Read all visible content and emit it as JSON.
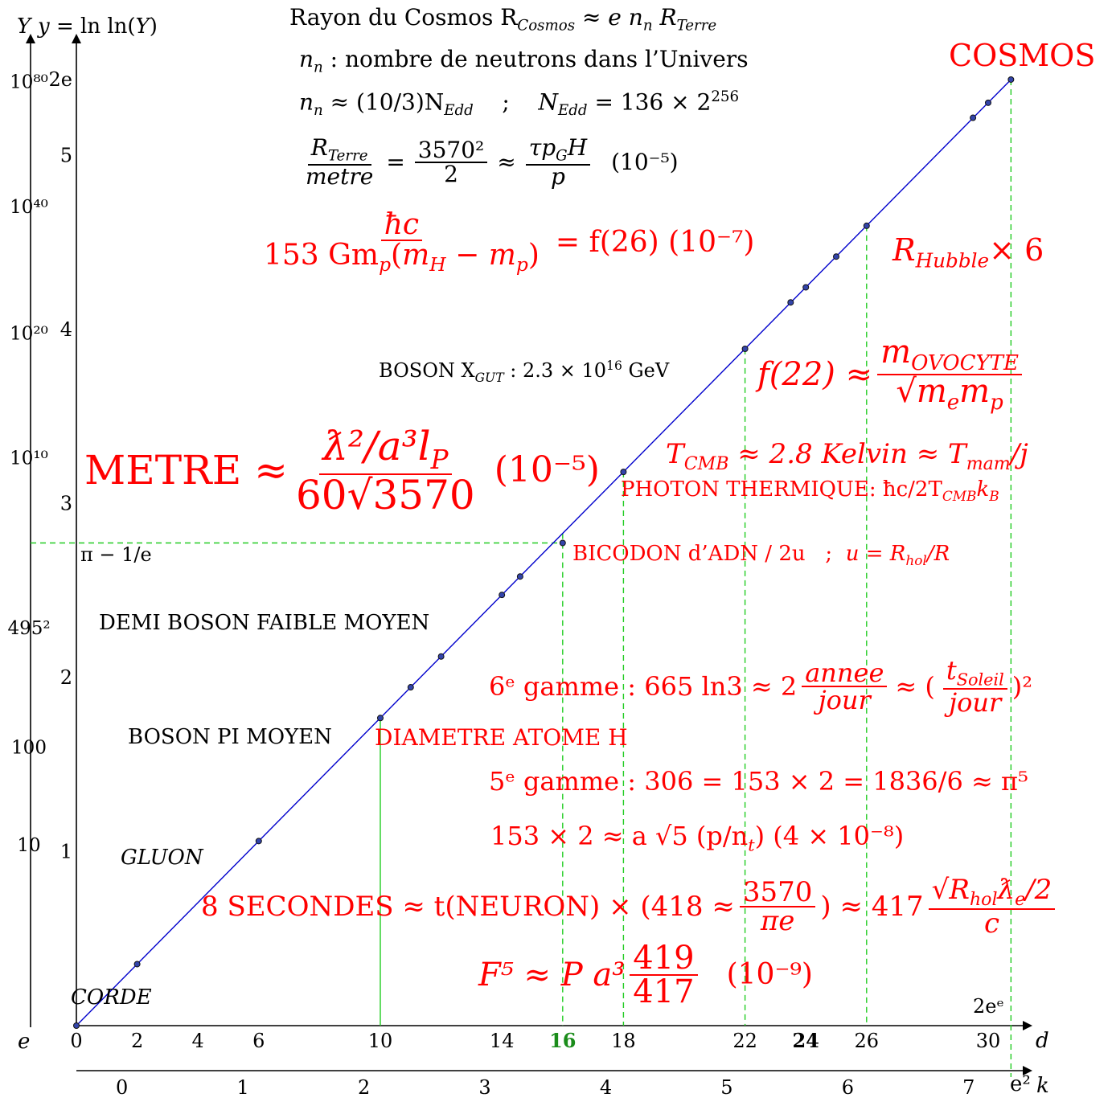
{
  "colors": {
    "line": "#0000cc",
    "guide": "#22cc22",
    "red": "#ff0000",
    "axis": "#000000",
    "point": "#1a1a8a"
  },
  "left_axis": {
    "title_Y": "Y",
    "title_y": "y = ln ln(Y)",
    "origin_label": "e",
    "outer_ticks": [
      {
        "label": "10",
        "pos": 1.0
      },
      {
        "label": "100",
        "pos": 1.54
      },
      {
        "label": "495²",
        "pos": 2.2
      },
      {
        "label": "10¹⁰",
        "pos": 3.14
      },
      {
        "label": "10²⁰",
        "pos": 3.83
      },
      {
        "label": "10⁴⁰",
        "pos": 4.53
      },
      {
        "label": "10⁸⁰",
        "pos": 5.22
      }
    ],
    "inner_ticks": [
      {
        "label": "1",
        "pos": 1
      },
      {
        "label": "2",
        "pos": 2
      },
      {
        "label": "3",
        "pos": 3
      },
      {
        "label": "4",
        "pos": 4
      },
      {
        "label": "5",
        "pos": 5
      },
      {
        "label": "2e",
        "pos": 5.4366
      }
    ],
    "pi_label": "π − 1/e"
  },
  "d_axis": {
    "label": "d",
    "end_label": "2eᵉ",
    "ticks": [
      {
        "label": "0",
        "value": 0,
        "style": "normal"
      },
      {
        "label": "2",
        "value": 2,
        "style": "normal"
      },
      {
        "label": "4",
        "value": 4,
        "style": "normal"
      },
      {
        "label": "6",
        "value": 6,
        "style": "normal"
      },
      {
        "label": "10",
        "value": 10,
        "style": "normal"
      },
      {
        "label": "14",
        "value": 14,
        "style": "normal"
      },
      {
        "label": "16",
        "value": 16,
        "style": "green"
      },
      {
        "label": "18",
        "value": 18,
        "style": "normal"
      },
      {
        "label": "22",
        "value": 22,
        "style": "normal"
      },
      {
        "label": "24",
        "value": 24,
        "style": "bold"
      },
      {
        "label": "26",
        "value": 26,
        "style": "normal"
      },
      {
        "label": "30",
        "value": 30,
        "style": "normal"
      }
    ]
  },
  "k_axis": {
    "label": "k",
    "end_label": "e²",
    "ticks": [
      "0",
      "1",
      "2",
      "3",
      "4",
      "5",
      "6",
      "7"
    ]
  },
  "chart_data": {
    "type": "line",
    "x_range": [
      0,
      30.75
    ],
    "y_range": [
      0,
      5.4366
    ],
    "points": [
      {
        "x": 0,
        "y": 0
      },
      {
        "x": 2,
        "y": 0.3536
      },
      {
        "x": 6,
        "y": 1.0607
      },
      {
        "x": 10,
        "y": 1.7678
      },
      {
        "x": 11,
        "y": 1.9444
      },
      {
        "x": 12,
        "y": 2.1213
      },
      {
        "x": 14,
        "y": 2.4749
      },
      {
        "x": 14.6,
        "y": 2.581
      },
      {
        "x": 16,
        "y": 2.7737
      },
      {
        "x": 18,
        "y": 3.1819
      },
      {
        "x": 22,
        "y": 3.8891
      },
      {
        "x": 23.5,
        "y": 4.156
      },
      {
        "x": 24,
        "y": 4.2426
      },
      {
        "x": 25,
        "y": 4.4194
      },
      {
        "x": 26,
        "y": 4.5962
      },
      {
        "x": 29.5,
        "y": 5.217
      },
      {
        "x": 30,
        "y": 5.3033
      },
      {
        "x": 30.75,
        "y": 5.4366
      }
    ],
    "guides": [
      {
        "x": 10,
        "style": "solid"
      },
      {
        "x": 16,
        "style": "dashed"
      },
      {
        "x": 18,
        "style": "dashed"
      },
      {
        "x": 22,
        "style": "dashed"
      },
      {
        "x": 26,
        "style": "dashed"
      },
      {
        "x": 30.75,
        "style": "dashed"
      }
    ],
    "hguide_y": 2.7737
  },
  "labels": {
    "corde": "CORDE",
    "gluon": "GLUON",
    "boson_pi": "BOSON PI MOYEN",
    "diametre": "DIAMETRE ATOME H",
    "demi_boson": "DEMI BOSON FAIBLE MOYEN",
    "bicodon": "BICODON d’ADN / 2u",
    "bicodon_u": "u = R",
    "photon": "PHOTON THERMIQUE: ħc/2T",
    "boson_x": "BOSON X",
    "boson_x_val": ": 2.3 × 10",
    "boson_x_unit": " GeV",
    "cosmos": "COSMOS",
    "hubble": "R",
    "hubble_tail": "× 6"
  },
  "formulas": {
    "rayon": "Rayon du Cosmos R",
    "rayon_tail": "≈ e n",
    "nn_desc": ": nombre de neutrons dans l’Univers",
    "nn_approx": "≈ (10/3)N",
    "nedd": "= 136 × 2",
    "rterre_num": "R",
    "rterre_den": "metre",
    "f3570_num": "3570²",
    "f3570_den": "2",
    "tau_num": "τp",
    "tau_den": "p",
    "tau_err": "(10⁻⁵)",
    "hbar_num": "ħc",
    "hbar_den": "153 Gm",
    "f26": "= f(26)  (10⁻⁷)",
    "f22": "f(22) ≈",
    "ovocyte_num": "m",
    "ovocyte_den": "√m",
    "metre": "METRE ≈",
    "metre_num": "ƛ²/a³l",
    "metre_den": "60√3570",
    "metre_err": "(10⁻⁵)",
    "tcmb": "T",
    "tcmb_tail": "≈ 2.8 Kelvin ≈ T",
    "gamme6": "6ᵉ gamme : 665 ln3 ≈ 2",
    "annee_num": "annee",
    "annee_den": "jour",
    "soleil_num": "t",
    "soleil_den": "jour",
    "gamme5": "5ᵉ gamme : 306 = 153 × 2 = 1836/6 ≈ π⁵",
    "a_sqrt5": "153 × 2 ≈ a √5 (p/n",
    "a_sqrt5_err": ")   (4 × 10⁻⁸)",
    "secondes": "8  SECONDES ≈ t(NEURON) × (418 ≈",
    "sec_num": "3570",
    "sec_den": "πe",
    "sec_mid": ") ≈ 417",
    "sec_rnum": "√R",
    "sec_rden": "c",
    "f5": "F⁵ ≈ P a³",
    "f5_num": "419",
    "f5_den": "417",
    "f5_err": "(10⁻⁹)"
  }
}
